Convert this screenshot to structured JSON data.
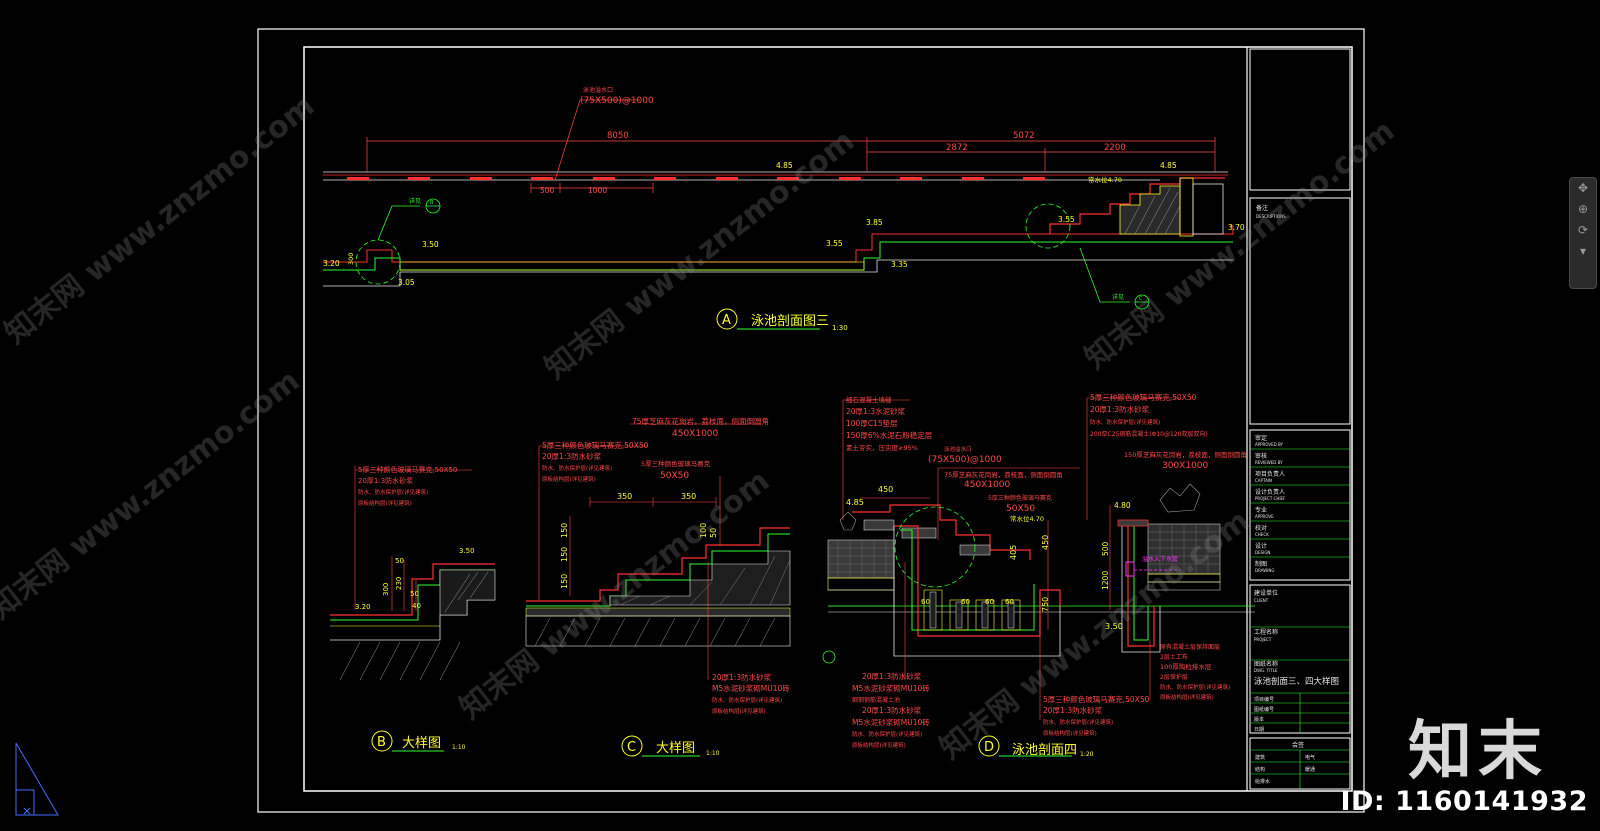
{
  "colors": {
    "frame": "#ffffff",
    "line": "#ff3030",
    "dim": "#ff4848",
    "green": "#2bff2b",
    "yellow": "#ffff2b",
    "white": "#e8e8e8",
    "magenta": "#ff33ff",
    "hatch": "#9a9a9a"
  },
  "watermark": {
    "text": "知末网 www.znzmo.com",
    "brand": "知末",
    "id_label": "ID: 1160141932"
  },
  "section_a": {
    "top_note_1": "泳池溢水口",
    "top_note_2": "(75X500)@1000",
    "dim_8050": "8050",
    "dim_2872": "2872",
    "dim_5072": "5072",
    "dim_2200": "2200",
    "dim_500": "500",
    "dim_1000": "1000",
    "elev_485_a": "4.85",
    "elev_485_b": "4.85",
    "elev_470": "常水位4.70",
    "elev_385": "3.85",
    "elev_355": "3.55",
    "elev_350": "3.50",
    "elev_335": "3.35",
    "elev_320": "3.20",
    "elev_305": "3.05",
    "elev_370": "3.70",
    "elev_355b": "3.55",
    "d300": "300",
    "callout_b_tag": "详见",
    "callout_b_letter": "B",
    "callout_c_letter": "C",
    "title_letter": "A",
    "title": "泳池剖面图三",
    "scale": "1:30"
  },
  "detail_b": {
    "notes": [
      "5厚三种颜色玻璃马赛克,50X50",
      "20厚1:3防水砂浆",
      "防水、防水保护层(详见建筑)",
      "原板结构层(详见建筑)"
    ],
    "dims": [
      "300",
      "230",
      "50",
      "50",
      "40"
    ],
    "elev_350": "3.50",
    "elev_320": "3.20",
    "title_letter": "B",
    "title": "大样图",
    "scale": "1:10"
  },
  "detail_c": {
    "notes_top": [
      "75厚芝麻灰花岗岩，荔枝面，侧面倒圆角",
      "450X1000"
    ],
    "notes_left": [
      "5厚三种颜色玻璃马赛克,50X50",
      "20厚1:3防水砂浆",
      "防水、防水保护层(详见建筑)",
      "原板结构层(详见建筑)"
    ],
    "note_mid_1": "5厚三种颜色玻璃马赛克",
    "note_mid_2": "50X50",
    "dims": [
      "350",
      "350",
      "150",
      "150",
      "150",
      "100",
      "50"
    ],
    "notes_bottom": [
      "20厚1:3防水砂浆",
      "M5水泥砂浆砌MU10砖",
      "防水、防水保护层(详见建筑)",
      "原板结构层(详见建筑)"
    ],
    "title_letter": "C",
    "title": "大样图",
    "scale": "1:10"
  },
  "section_d": {
    "notes_top": [
      "细石混凝土填缝",
      "20厚1:3水泥砂浆",
      "100厚C15垫层",
      "150厚6%水泥石粉稳定层",
      "素土夯实，压实度≥95%"
    ],
    "overflow_1": "泳池溢水口",
    "overflow_2": "(75X500)@1000",
    "stone_1": "75厚芝麻灰花岗岩，荔枝面，侧面倒圆角",
    "stone_2": "450X1000",
    "mosaic_1": "5厚三种颜色玻璃马赛克",
    "mosaic_2": "50X50",
    "water": "常水位4.70",
    "dims": [
      "450",
      "4.85",
      "405",
      "450",
      "750",
      "60",
      "60",
      "60",
      "60"
    ],
    "elev_350": "3.50",
    "notes_bottom": [
      "20厚1:3防水砂浆",
      "M5水泥砂浆砌MU10砖",
      "细钢钢筋混凝土池",
      "20厚1:3防水砂浆",
      "M5水泥砂浆砌MU10砖",
      "防水、防水保护层(详见建筑)",
      "原板结构层(详见建筑)"
    ],
    "notes_right_top": [
      "5厚三种颜色玻璃马赛克,50X50",
      "20厚1:3防水砂浆",
      "防水、防水保护层(详见建筑)",
      "200厚C25钢筋混凝土(Φ10@120双层双向)"
    ],
    "stone_r_1": "150厚芝麻灰花岗岩，荔枝面，侧面倒圆角",
    "stone_r_2": "300X1000",
    "dims_r": [
      "4.80",
      "500",
      "1200"
    ],
    "pipe": "溢水入下水管",
    "notes_right_bottom": [
      "原有混凝土层保持面层",
      "2层土工布",
      "100厚陶粒排水层",
      "2层保护层",
      "防水、防水保护层(详见建筑)",
      "原板结构层(详见建筑)"
    ],
    "notes_bottom_r": [
      "5厚三种颜色玻璃马赛克,50X50",
      "20厚1:3防水砂浆",
      "防水、防水保护层(详见建筑)",
      "原板结构层(详见建筑)"
    ],
    "title_letter": "D",
    "title": "泳池剖面四",
    "scale": "1:20"
  },
  "title_block": {
    "remarks": "备注",
    "remarks_en": "DESCRIPTIONS",
    "rows": [
      "审定",
      "审核",
      "项目负责人",
      "设计负责人",
      "专业",
      "校对",
      "设计",
      "制图"
    ],
    "rows_en": [
      "APPROVED BY",
      "REVIEWED BY",
      "CAPTAIN",
      "PROJECT CHIEF",
      "APPROVE",
      "CHECK",
      "DESIGN",
      "DRAWING"
    ],
    "client": "建设单位",
    "client_en": "CLIENT",
    "project": "工程名称",
    "project_en": "PROJECT",
    "drawing_name": "图纸名称",
    "drawing_name_en": "DWG. TITLE",
    "drawing_title": "泳池剖面三、四大样图",
    "meta": [
      "项目编号",
      "图纸编号",
      "版本",
      "日期"
    ],
    "stamp": "会签",
    "stamp_rows": [
      "建筑",
      "结构",
      "给排水",
      "电气",
      "暖通"
    ]
  },
  "scroll_panel": {
    "icons": [
      "pan-icon",
      "zoom-icon",
      "orbit-icon",
      "nav-icon"
    ]
  }
}
